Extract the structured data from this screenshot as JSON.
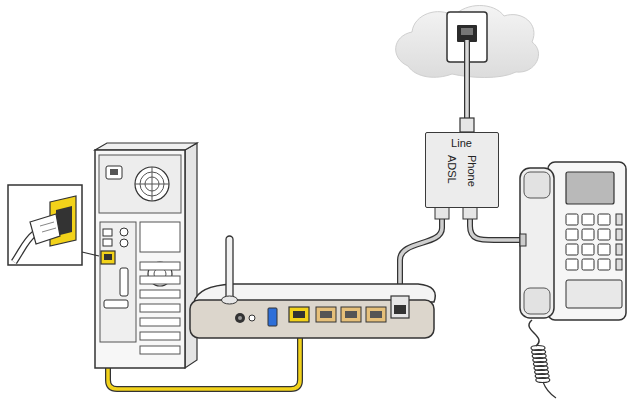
{
  "diagram": {
    "nodes": [
      {
        "text": [
          "Line",
          "ADSL",
          "Phone"
        ]
      }
    ]
  }
}
